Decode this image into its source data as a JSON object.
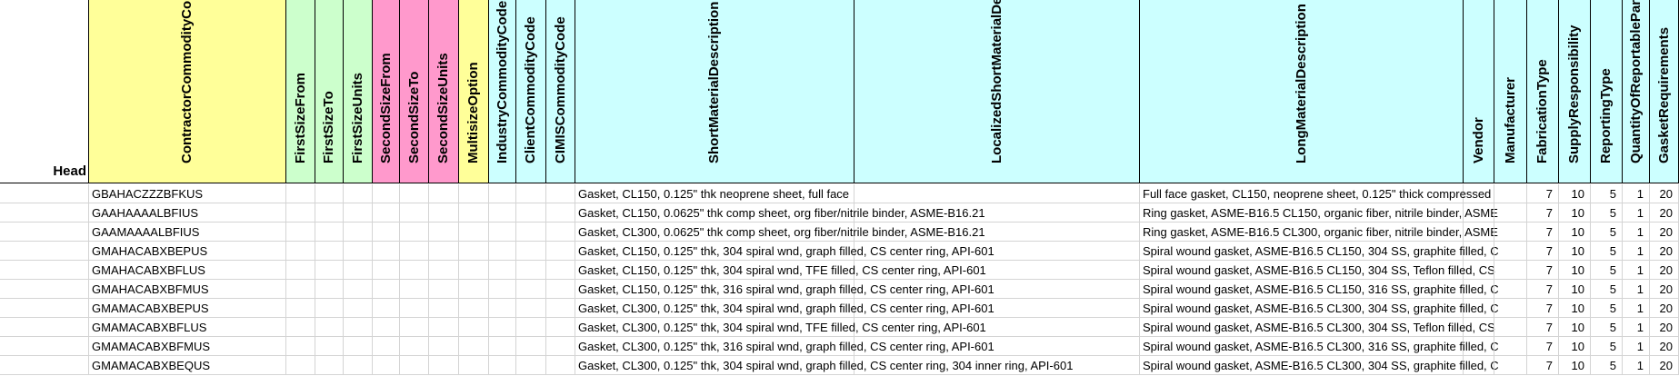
{
  "sheet": {
    "head_label": "Head",
    "columns": [
      {
        "key": "head",
        "label": "",
        "color": "#ffffff"
      },
      {
        "key": "contractor",
        "label": "ContractorCommodityCo",
        "color": "#ffff99"
      },
      {
        "key": "fsf",
        "label": "FirstSizeFrom",
        "color": "#ccffcc"
      },
      {
        "key": "fst",
        "label": "FirstSizeTo",
        "color": "#ccffcc"
      },
      {
        "key": "fsu",
        "label": "FirstSizeUnits",
        "color": "#ccffcc"
      },
      {
        "key": "ssf",
        "label": "SecondSizeFrom",
        "color": "#ff99cc"
      },
      {
        "key": "sst",
        "label": "SecondSizeTo",
        "color": "#ff99cc"
      },
      {
        "key": "ssu",
        "label": "SecondSizeUnits",
        "color": "#ff99cc"
      },
      {
        "key": "multi",
        "label": "MultisizeOption",
        "color": "#ffff99"
      },
      {
        "key": "industry",
        "label": "IndustryCommodityCode",
        "color": "#ccffff"
      },
      {
        "key": "client",
        "label": "ClientCommodityCode",
        "color": "#ccffff"
      },
      {
        "key": "cimis",
        "label": "CIMISCommodityCode",
        "color": "#ccffff"
      },
      {
        "key": "short",
        "label": "ShortMaterialDescription",
        "color": "#ccffff"
      },
      {
        "key": "localized",
        "label": "LocalizedShortMaterialDe",
        "color": "#ccffff"
      },
      {
        "key": "long",
        "label": "LongMaterialDescription",
        "color": "#ccffff"
      },
      {
        "key": "vendor",
        "label": "Vendor",
        "color": "#ccffff"
      },
      {
        "key": "manufacturer",
        "label": "Manufacturer",
        "color": "#ccffff"
      },
      {
        "key": "fabtype",
        "label": "FabricationType",
        "color": "#ccffff"
      },
      {
        "key": "supply",
        "label": "SupplyResponsibility",
        "color": "#ccffff"
      },
      {
        "key": "reptype",
        "label": "ReportingType",
        "color": "#ccffff"
      },
      {
        "key": "qty",
        "label": "QuantityOfReportablePar",
        "color": "#ccffff"
      },
      {
        "key": "gasket",
        "label": "GasketRequirements",
        "color": "#ccffff"
      }
    ],
    "rows": [
      {
        "code": "GBAHACZZZBFKUS",
        "short": "Gasket, CL150, 0.125\" thk neoprene sheet, full face",
        "long": "Full face gasket, CL150, neoprene sheet, 0.125\" thick compressed",
        "fab": "7",
        "supply": "10",
        "rep": "5",
        "qty": "1",
        "gasket": "20"
      },
      {
        "code": "GAAHAAAALBFIUS",
        "short": "Gasket, CL150, 0.0625\" thk comp sheet, org fiber/nitrile binder, ASME-B16.21",
        "long": "Ring gasket, ASME-B16.5 CL150, organic fiber, nitrile binder, ASME",
        "fab": "7",
        "supply": "10",
        "rep": "5",
        "qty": "1",
        "gasket": "20"
      },
      {
        "code": "GAAMAAAALBFIUS",
        "short": "Gasket, CL300, 0.0625\" thk comp sheet, org fiber/nitrile binder, ASME-B16.21",
        "long": "Ring gasket, ASME-B16.5 CL300, organic fiber, nitrile binder, ASME",
        "fab": "7",
        "supply": "10",
        "rep": "5",
        "qty": "1",
        "gasket": "20"
      },
      {
        "code": "GMAHACABXBEPUS",
        "short": "Gasket, CL150, 0.125\" thk, 304 spiral wnd, graph filled, CS center ring, API-601",
        "long": "Spiral wound gasket, ASME-B16.5 CL150, 304 SS, graphite filled, C",
        "fab": "7",
        "supply": "10",
        "rep": "5",
        "qty": "1",
        "gasket": "20"
      },
      {
        "code": "GMAHACABXBFLUS",
        "short": "Gasket, CL150, 0.125\" thk, 304 spiral wnd, TFE filled, CS center ring, API-601",
        "long": "Spiral wound gasket, ASME-B16.5 CL150, 304 SS, Teflon filled, CS",
        "fab": "7",
        "supply": "10",
        "rep": "5",
        "qty": "1",
        "gasket": "20"
      },
      {
        "code": "GMAHACABXBFMUS",
        "short": "Gasket, CL150, 0.125\" thk, 316 spiral wnd, graph filled, CS center ring, API-601",
        "long": "Spiral wound gasket, ASME-B16.5 CL150, 316 SS, graphite filled, C",
        "fab": "7",
        "supply": "10",
        "rep": "5",
        "qty": "1",
        "gasket": "20"
      },
      {
        "code": "GMAMACABXBEPUS",
        "short": "Gasket, CL300, 0.125\" thk, 304 spiral wnd, graph filled, CS center ring, API-601",
        "long": "Spiral wound gasket, ASME-B16.5 CL300, 304 SS, graphite filled, C",
        "fab": "7",
        "supply": "10",
        "rep": "5",
        "qty": "1",
        "gasket": "20"
      },
      {
        "code": "GMAMACABXBFLUS",
        "short": "Gasket, CL300, 0.125\" thk, 304 spiral wnd, TFE filled, CS center ring, API-601",
        "long": "Spiral wound gasket, ASME-B16.5 CL300, 304 SS, Teflon filled, CS",
        "fab": "7",
        "supply": "10",
        "rep": "5",
        "qty": "1",
        "gasket": "20"
      },
      {
        "code": "GMAMACABXBFMUS",
        "short": "Gasket, CL300, 0.125\" thk, 316 spiral wnd, graph filled, CS center ring, API-601",
        "long": "Spiral wound gasket, ASME-B16.5 CL300, 316 SS, graphite filled, C",
        "fab": "7",
        "supply": "10",
        "rep": "5",
        "qty": "1",
        "gasket": "20"
      },
      {
        "code": "GMAMACABXBEQUS",
        "short": "Gasket, CL300, 0.125\" thk, 304 spiral wnd, graph filled, CS center ring, 304 inner ring, API-601",
        "long": "Spiral wound gasket, ASME-B16.5 CL300, 304 SS, graphite filled, C",
        "fab": "7",
        "supply": "10",
        "rep": "5",
        "qty": "1",
        "gasket": "20"
      }
    ]
  }
}
